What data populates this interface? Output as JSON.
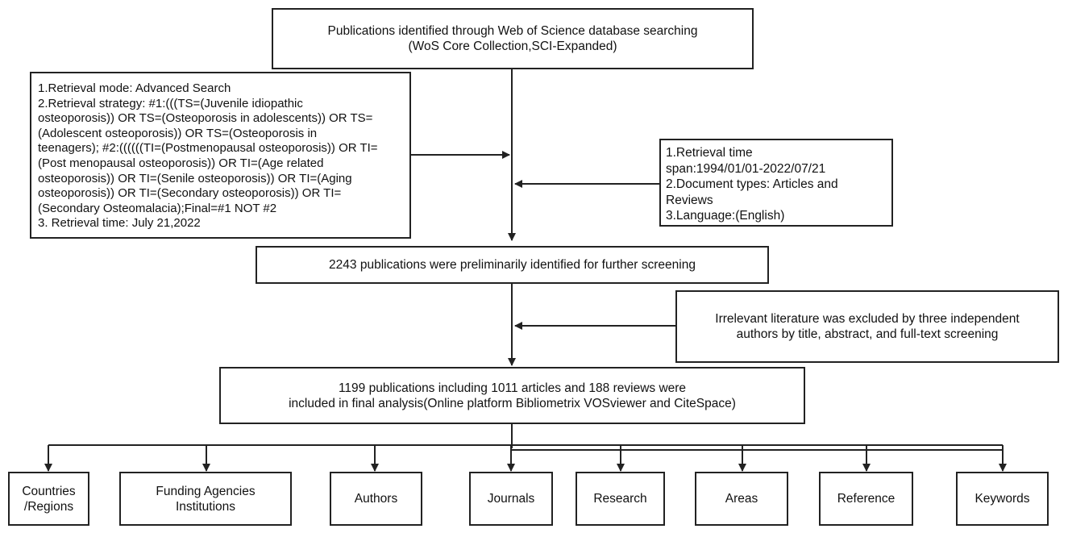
{
  "source": {
    "lines": [
      "Publications identified through Web of Science database searching",
      "(WoS Core Collection,SCI-Expanded)"
    ]
  },
  "strategy": {
    "lines": [
      "1.Retrieval mode: Advanced Search",
      "2.Retrieval strategy: #1:(((TS=(Juvenile idiopathic",
      "osteoporosis)) OR TS=(Osteoporosis in adolescents)) OR TS=",
      "(Adolescent osteoporosis)) OR TS=(Osteoporosis in",
      "teenagers); #2:((((((TI=(Postmenopausal osteoporosis)) OR TI=",
      "(Post menopausal osteoporosis)) OR TI=(Age related",
      "osteoporosis)) OR TI=(Senile osteoporosis)) OR TI=(Aging",
      "osteoporosis)) OR TI=(Secondary osteoporosis)) OR TI=",
      "(Secondary Osteomalacia);Final=#1 NOT #2",
      "3. Retrieval time: July 21,2022"
    ]
  },
  "criteria": {
    "lines": [
      "1.Retrieval time",
      "span:1994/01/01-2022/07/21",
      "2.Document types: Articles and",
      "Reviews",
      "3.Language:(English)"
    ]
  },
  "screening": {
    "lines": [
      "2243 publications were preliminarily identified for further screening"
    ]
  },
  "exclusion": {
    "lines": [
      "Irrelevant literature was excluded by three independent",
      "authors by title, abstract, and full-text screening"
    ]
  },
  "final": {
    "lines": [
      "1199 publications including 1011 articles and 188 reviews were",
      "included in final analysis(Online platform Bibliometrix VOSviewer and CiteSpace)"
    ]
  },
  "categories": [
    {
      "lines": [
        "Countries",
        "/Regions"
      ]
    },
    {
      "lines": [
        "Funding Agencies",
        "Institutions"
      ]
    },
    {
      "lines": [
        "Authors"
      ]
    },
    {
      "lines": [
        "Journals"
      ]
    },
    {
      "lines": [
        "Research"
      ]
    },
    {
      "lines": [
        "Areas"
      ]
    },
    {
      "lines": [
        "Reference"
      ]
    },
    {
      "lines": [
        "Keywords"
      ]
    }
  ],
  "colors": {
    "stroke": "#222222",
    "box_fill": "#ffffff"
  }
}
